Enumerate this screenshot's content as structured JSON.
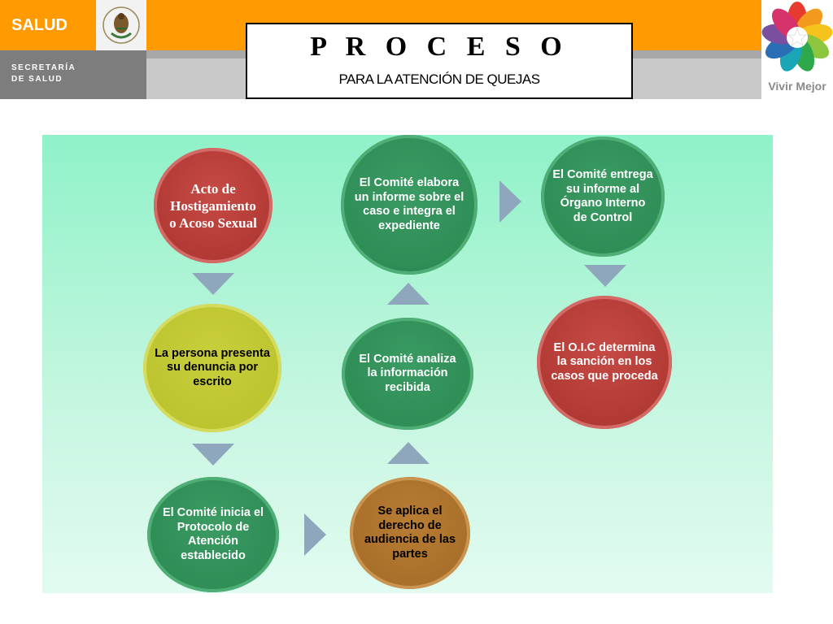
{
  "header": {
    "brand": "SALUD",
    "agency_line1": "SECRETARÍA",
    "agency_line2": "DE SALUD",
    "title": "P R O C E S O",
    "subtitle": "PARA LA ATENCIÓN DE QUEJAS",
    "right_logo_text": "Vivir Mejor",
    "seal_icon": "mexican-coat-of-arms-icon",
    "colors": {
      "orange": "#ff9a00",
      "gray": "#7d7d7d"
    }
  },
  "diagram": {
    "steps": [
      {
        "id": "step1",
        "text": "Acto de Hostigamiento o Acoso Sexual",
        "color": "#b23a34"
      },
      {
        "id": "step2",
        "text": "La persona presenta su denuncia por escrito",
        "color": "#bcc42f"
      },
      {
        "id": "step3",
        "text": "El Comité inicia el Protocolo de Atención establecido",
        "color": "#2f8d56"
      },
      {
        "id": "step4",
        "text": "Se aplica el derecho de audiencia de las partes",
        "color": "#a96f2a"
      },
      {
        "id": "step5",
        "text": "El Comité analiza  la información recibida",
        "color": "#2f8d56"
      },
      {
        "id": "step6",
        "text": "El Comité elabora un informe sobre el caso e integra el expediente",
        "color": "#2f8d56"
      },
      {
        "id": "step7",
        "text": "El Comité entrega su informe al Órgano Interno de Control",
        "color": "#2f8d56"
      },
      {
        "id": "step8",
        "text": "El O.I.C determina la sanción  en los casos que proceda",
        "color": "#b23a34"
      }
    ],
    "arrow_color": "#8fa7bd"
  }
}
